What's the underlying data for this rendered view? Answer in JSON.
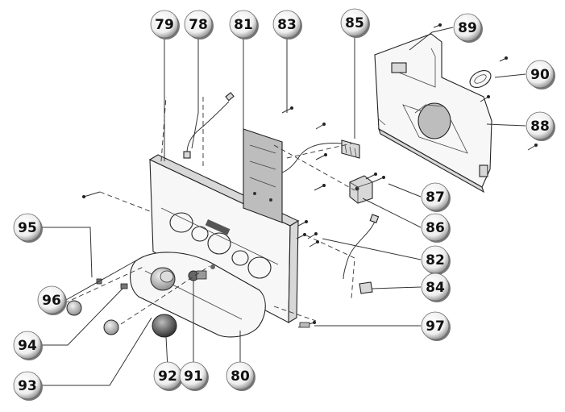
{
  "diagram": {
    "callouts": [
      {
        "id": "79",
        "label": "79"
      },
      {
        "id": "78",
        "label": "78"
      },
      {
        "id": "81",
        "label": "81"
      },
      {
        "id": "83",
        "label": "83"
      },
      {
        "id": "85",
        "label": "85"
      },
      {
        "id": "89",
        "label": "89"
      },
      {
        "id": "90",
        "label": "90"
      },
      {
        "id": "88",
        "label": "88"
      },
      {
        "id": "87",
        "label": "87"
      },
      {
        "id": "86",
        "label": "86"
      },
      {
        "id": "95",
        "label": "95"
      },
      {
        "id": "82",
        "label": "82"
      },
      {
        "id": "84",
        "label": "84"
      },
      {
        "id": "96",
        "label": "96"
      },
      {
        "id": "97",
        "label": "97"
      },
      {
        "id": "94",
        "label": "94"
      },
      {
        "id": "92",
        "label": "92"
      },
      {
        "id": "91",
        "label": "91"
      },
      {
        "id": "80",
        "label": "80"
      },
      {
        "id": "93",
        "label": "93"
      }
    ]
  }
}
